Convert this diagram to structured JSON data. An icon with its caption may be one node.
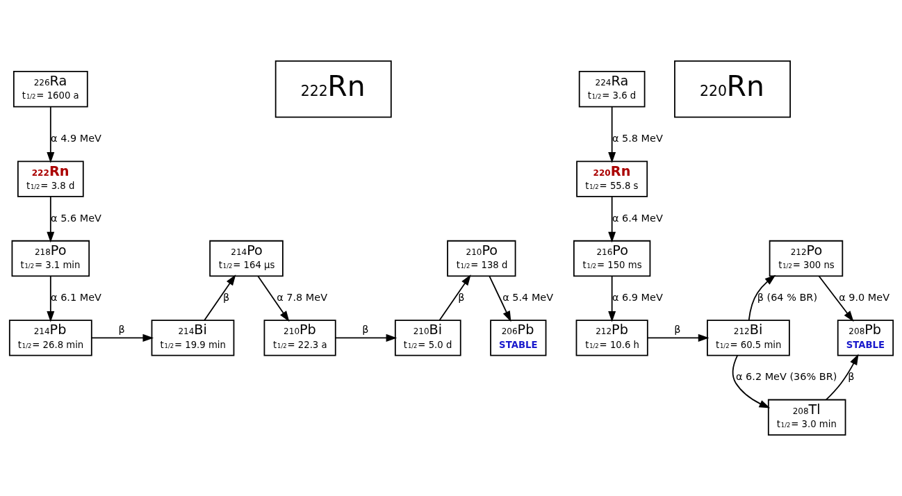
{
  "diagram": {
    "nodes": [
      {
        "text": [
          "$^{226}$Ra",
          "t$_{1/2}$= 1600 a"
        ]
      },
      {
        "text": [
          "$^{222}$Rn",
          "t$_{1/2}$= 3.8 d"
        ]
      },
      {
        "text": [
          "$^{218}$Po",
          "t$_{1/2}$= 3.1 min"
        ]
      },
      {
        "text": [
          "$^{214}$Pb",
          "t$_{1/2}$= 26.8 min"
        ]
      },
      {
        "text": [
          "$^{214}$Bi",
          "t$_{1/2}$= 19.9 min"
        ]
      },
      {
        "text": [
          "$^{214}$Po",
          "t$_{1/2}$= 164 µs"
        ]
      },
      {
        "text": [
          "$^{210}$Pb",
          "t$_{1/2}$= 22.3 a"
        ]
      },
      {
        "text": [
          "$^{210}$Bi",
          "t$_{1/2}$= 5.0 d"
        ]
      },
      {
        "text": [
          "$^{210}$Po",
          "t$_{1/2}$= 138 d"
        ]
      },
      {
        "text": [
          "$^{206}$Pb",
          "STABLE"
        ]
      },
      {
        "text": [
          "$^{222}$Rn"
        ]
      },
      {
        "text": [
          "$^{224}$Ra",
          "t$_{1/2}$= 3.6 d"
        ]
      },
      {
        "text": [
          "$^{220}$Rn",
          "t$_{1/2}$= 55.8 s"
        ]
      },
      {
        "text": [
          "$^{216}$Po",
          "t$_{1/2}$= 150 ms"
        ]
      },
      {
        "text": [
          "$^{212}$Pb",
          "t$_{1/2}$= 10.6 h"
        ]
      },
      {
        "text": [
          "$^{212}$Bi",
          "t$_{1/2}$= 60.5 min"
        ]
      },
      {
        "text": [
          "$^{212}$Po",
          "t$_{1/2}$= 300 ns"
        ]
      },
      {
        "text": [
          "$^{208}$Pb",
          "STABLE"
        ]
      },
      {
        "text": [
          "$^{208}$Tl",
          "t$_{1/2}$= 3.0 min"
        ]
      },
      {
        "text": [
          "$^{220}$Rn"
        ]
      }
    ],
    "edges": [
      {
        "from": 0,
        "to": 1,
        "arrow": "to",
        "label": "α 4.9 MeV"
      },
      {
        "from": 1,
        "to": 2,
        "arrow": "to",
        "label": "α 5.6 MeV"
      },
      {
        "from": 2,
        "to": 3,
        "arrow": "to",
        "label": "α 6.1 MeV"
      },
      {
        "from": 3,
        "to": 4,
        "arrow": "to",
        "label": "β"
      },
      {
        "from": 4,
        "to": 5,
        "arrow": "to",
        "label": "β"
      },
      {
        "from": 5,
        "to": 6,
        "arrow": "to",
        "label": "α 7.8 MeV"
      },
      {
        "from": 6,
        "to": 7,
        "arrow": "to",
        "label": "β"
      },
      {
        "from": 7,
        "to": 8,
        "arrow": "to",
        "label": "β"
      },
      {
        "from": 8,
        "to": 9,
        "arrow": "to",
        "label": "α 5.4 MeV"
      },
      {
        "from": 11,
        "to": 12,
        "arrow": "to",
        "label": "α 5.8 MeV"
      },
      {
        "from": 12,
        "to": 13,
        "arrow": "to",
        "label": "α 6.4 MeV"
      },
      {
        "from": 13,
        "to": 14,
        "arrow": "to",
        "label": "α 6.9 MeV"
      },
      {
        "from": 14,
        "to": 15,
        "arrow": "to",
        "label": "β"
      },
      {
        "from": 15,
        "to": 16,
        "arrow": "to",
        "label": "β (64 % BR)"
      },
      {
        "from": 16,
        "to": 17,
        "arrow": "to",
        "label": "α 9.0 MeV"
      },
      {
        "from": 15,
        "to": 18,
        "arrow": "to",
        "label": "α 6.2 MeV (36% BR)"
      },
      {
        "from": 18,
        "to": 17,
        "arrow": "to",
        "label": "β"
      }
    ]
  }
}
